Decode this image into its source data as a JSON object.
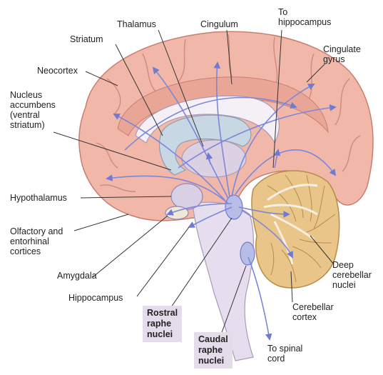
{
  "labels": {
    "thalamus": "Thalamus",
    "cingulum": "Cingulum",
    "to_hippocampus": "To\nhippocampus",
    "striatum": "Striatum",
    "cingulate_gyrus": "Cingulate\ngyrus",
    "neocortex": "Neocortex",
    "nucleus_accumbens": "Nucleus\naccumbens\n(ventral\nstriatum)",
    "hypothalamus": "Hypothalamus",
    "olfactory": "Olfactory and\nentorhinal\ncortices",
    "amygdala": "Amygdala",
    "hippocampus": "Hippocampus",
    "rostral_raphe": "Rostral\nraphe\nnuclei",
    "caudal_raphe": "Caudal\nraphe\nnuclei",
    "to_spinal_cord": "To spinal\ncord",
    "cerebellar_cortex": "Cerebellar\ncortex",
    "deep_cerebellar": "Deep\ncerebellar\nnuclei"
  },
  "colors": {
    "cortex": "#f1b8a9",
    "cortex_fold": "#c97d70",
    "projection_arrow": "#7b87d9",
    "cerebellum": "#e9c58a",
    "raphe_box": "#e4dcea",
    "subcortical": "#ddd5e8"
  }
}
